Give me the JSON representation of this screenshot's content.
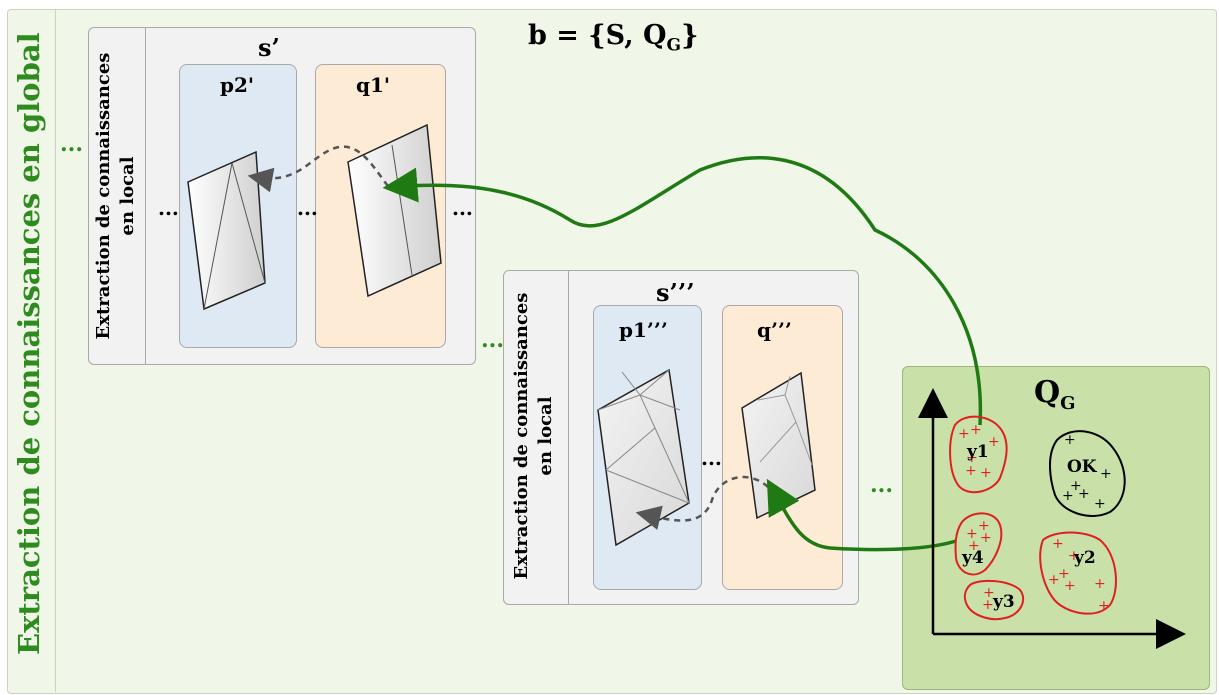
{
  "side_title": "Extraction de connaissances en global",
  "top_formula": {
    "prefix": "b = {S, Q",
    "sub": "G",
    "suffix": "}"
  },
  "panel_top": {
    "label": "s’",
    "vertical_text": [
      "Extraction de connaissances",
      "en local"
    ],
    "left_box_label": "p2'",
    "right_box_label": "q1'"
  },
  "panel_bottom": {
    "label": "s’’’",
    "vertical_text": [
      "Extraction de connaissances",
      "en local"
    ],
    "left_box_label": "p1’’’",
    "right_box_label": "q’’’"
  },
  "qg": {
    "title": "Q",
    "title_sub": "G",
    "clusters": [
      "y1",
      "OK",
      "y4",
      "y2",
      "y3"
    ]
  },
  "ellipsis": "...",
  "colors": {
    "green": "#2e8b1e",
    "arrow": "#1f7a14",
    "cluster_red": "#e02020"
  }
}
